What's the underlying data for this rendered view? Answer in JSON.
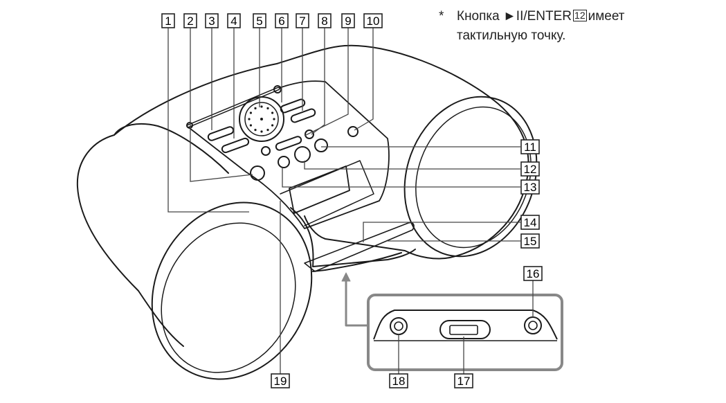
{
  "note": {
    "asterisk": "*",
    "text_before": "Кнопка ►II/ENTER",
    "ref": "12",
    "text_after": "имеет",
    "line2": "тактильную точку."
  },
  "callouts": [
    {
      "id": "c1",
      "label": "1"
    },
    {
      "id": "c2",
      "label": "2"
    },
    {
      "id": "c3",
      "label": "3"
    },
    {
      "id": "c4",
      "label": "4"
    },
    {
      "id": "c5",
      "label": "5"
    },
    {
      "id": "c6",
      "label": "6"
    },
    {
      "id": "c7",
      "label": "7"
    },
    {
      "id": "c8",
      "label": "8"
    },
    {
      "id": "c9",
      "label": "9"
    },
    {
      "id": "c10",
      "label": "10"
    },
    {
      "id": "c11",
      "label": "11"
    },
    {
      "id": "c12",
      "label": "12"
    },
    {
      "id": "c13",
      "label": "13"
    },
    {
      "id": "c14",
      "label": "14"
    },
    {
      "id": "c15",
      "label": "15"
    },
    {
      "id": "c16",
      "label": "16"
    },
    {
      "id": "c17",
      "label": "17"
    },
    {
      "id": "c18",
      "label": "18"
    },
    {
      "id": "c19",
      "label": "19"
    }
  ]
}
